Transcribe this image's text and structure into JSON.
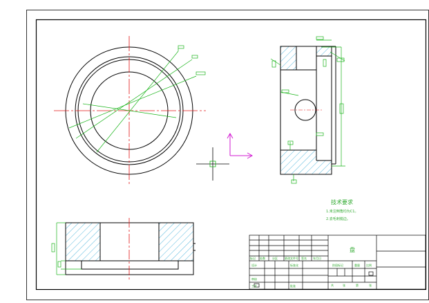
{
  "drawing": {
    "type": "mechanical-part-drawing",
    "views": [
      "top-view",
      "side-section-view",
      "front-section-view"
    ],
    "colors": {
      "outline": "#000000",
      "centerline": "#e11515",
      "annotation": "#19b419",
      "hatch": "#2aa6d4",
      "ucs": "#d21ad2"
    },
    "technical_requirements": {
      "title": "技术要求",
      "notes": [
        "1.未注倒角均为C1。",
        "2.去毛刺锐边。"
      ]
    },
    "title_block": {
      "part_name": "盘",
      "labels": {
        "mark": "标记",
        "count": "处数",
        "zone": "分区",
        "change_doc": "更改文件号",
        "signature": "签名",
        "date": "年月日",
        "designer": "设计",
        "standardize": "标准化",
        "stage_mark": "阶段标记",
        "weight": "重量",
        "scale": "比例",
        "reviewer": "审核",
        "process": "工艺",
        "approve": "批准",
        "sheets_total": "共",
        "sheet": "张",
        "sheet_no": "第",
        "sheet_unit": "张"
      }
    }
  }
}
